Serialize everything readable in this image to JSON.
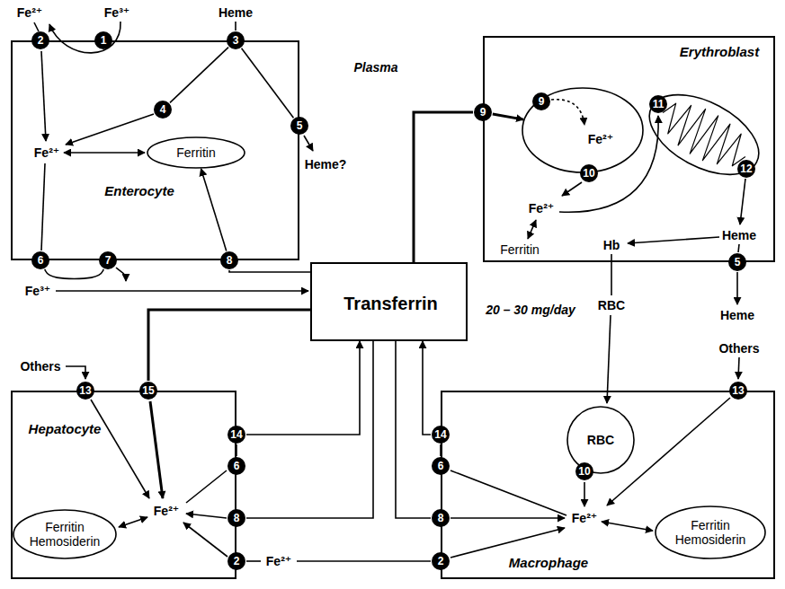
{
  "diagram": {
    "nodes": [
      {
        "text": [
          "Enterocyte"
        ]
      },
      {
        "text": [
          "2"
        ],
        "in": 0
      },
      {
        "text": [
          "1"
        ],
        "in": 0
      },
      {
        "text": [
          "3"
        ],
        "in": 0
      },
      {
        "text": [
          "4"
        ],
        "in": 0
      },
      {
        "text": [
          "5"
        ],
        "in": 0
      },
      {
        "text": [
          "Ferritin"
        ],
        "in": 0
      },
      {
        "text": [
          "6"
        ],
        "in": 0
      },
      {
        "text": [
          "7"
        ],
        "in": 0
      },
      {
        "text": [
          "8"
        ],
        "in": 0
      },
      {
        "text": [
          "Erythroblast"
        ]
      },
      {
        "text": [
          "9"
        ],
        "in": 10
      },
      {
        "text": [
          "Fe²⁺"
        ],
        "in": 10
      },
      {
        "text": [
          "9"
        ],
        "in": 12
      },
      {
        "text": [
          "10"
        ],
        "in": 12
      },
      {
        "text": [
          "11"
        ],
        "in": 10
      },
      {
        "text": [
          "12"
        ],
        "in": 10
      },
      {
        "text": [
          "5"
        ],
        "in": 10
      },
      {
        "text": [
          "Transferrin"
        ]
      },
      {
        "text": [
          "Hepatocyte"
        ]
      },
      {
        "text": [
          "13"
        ],
        "in": 19
      },
      {
        "text": [
          "15"
        ],
        "in": 19
      },
      {
        "text": [
          "14"
        ],
        "in": 19
      },
      {
        "text": [
          "6"
        ],
        "in": 19
      },
      {
        "text": [
          "Ferritin Hemosiderin"
        ],
        "in": 19
      },
      {
        "text": [
          "8"
        ],
        "in": 19
      },
      {
        "text": [
          "2"
        ],
        "in": 19
      },
      {
        "text": [
          "Macrophage"
        ]
      },
      {
        "text": [
          "13"
        ],
        "in": 27
      },
      {
        "text": [
          "RBC"
        ],
        "in": 27
      },
      {
        "text": [
          "10"
        ],
        "in": 27
      },
      {
        "text": [
          "14"
        ],
        "in": 27
      },
      {
        "text": [
          "6"
        ],
        "in": 27
      },
      {
        "text": [
          "8"
        ],
        "in": 27
      },
      {
        "text": [
          "Ferritin Hemosiderin"
        ],
        "in": 27
      },
      {
        "text": [
          "2"
        ],
        "in": 27
      }
    ],
    "edges": [
      {
        "from": 3,
        "to": 4,
        "arrow": "none"
      },
      {
        "from": 3,
        "to": 5,
        "arrow": "none"
      },
      {
        "from": 7,
        "to": 8,
        "arrow": "none"
      },
      {
        "from": 9,
        "to": 6,
        "arrow": "to"
      },
      {
        "from": 18,
        "to": 9,
        "arrow": "none"
      },
      {
        "from": 18,
        "to": 11,
        "arrow": "none"
      },
      {
        "from": 11,
        "to": 12,
        "arrow": "to"
      },
      {
        "from": 18,
        "to": 21,
        "arrow": "none"
      },
      {
        "from": 23,
        "to": 22,
        "arrow": "none"
      },
      {
        "from": 22,
        "to": 18,
        "arrow": "to"
      },
      {
        "from": 18,
        "to": 25,
        "arrow": "none"
      },
      {
        "from": 32,
        "to": 31,
        "arrow": "none"
      },
      {
        "from": 31,
        "to": 18,
        "arrow": "to"
      },
      {
        "from": 18,
        "to": 33,
        "arrow": "none"
      }
    ],
    "labels": [
      "Fe²⁺",
      "Fe³⁺",
      "Heme",
      "Plasma",
      "Fe²⁺",
      "Heme?",
      "Fe²⁺",
      "Ferritin",
      "Hb",
      "Heme",
      "Fe³⁺",
      "20 – 30 mg/day",
      "RBC",
      "Heme",
      "Others",
      "Others",
      "Fe²⁺",
      "Fe²⁺",
      "Fe²⁺"
    ]
  }
}
